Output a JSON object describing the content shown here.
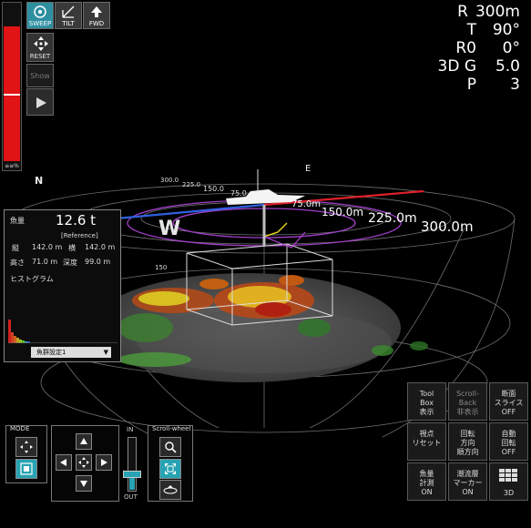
{
  "toolbar": {
    "sweep": "SWEEP",
    "tilt": "TILT",
    "fwd": "FWD"
  },
  "gain": {
    "label": "≡≡%",
    "level": 0.86,
    "marker": 0.42
  },
  "side": {
    "reset": "RESET",
    "show": "Show"
  },
  "status": {
    "rows": [
      {
        "key": "R",
        "value": "300m"
      },
      {
        "key": "T",
        "value": "90°"
      },
      {
        "key": "R0",
        "value": "0°"
      },
      {
        "key": "3D G",
        "value": "5.0"
      },
      {
        "key": "P",
        "value": "3"
      }
    ]
  },
  "compass": {
    "north": "N",
    "east": "E",
    "west": "W"
  },
  "range_labels": {
    "r75": "75.0m",
    "r150": "150.0m",
    "r225": "225.0m",
    "r300": "300.0m",
    "back1": "300.0",
    "back2": "225.0",
    "back3": "150.0",
    "back4": "75.0",
    "left": "150"
  },
  "fish": {
    "title": "魚量",
    "value": "12.6 t",
    "reference": "[Reference]",
    "width_label": "縦",
    "width_value": "142.0 m",
    "length_label": "横",
    "length_value": "142.0 m",
    "height_label": "高さ",
    "height_value": "71.0 m",
    "depth_label": "深度",
    "depth_value": "99.0 m",
    "histogram_label": "ヒストグラム",
    "preset": "魚群設定1"
  },
  "controls": {
    "mode": "MODE",
    "in": "IN",
    "out": "OUT",
    "scroll_wheel": "Scroll-wheel"
  },
  "grid": [
    {
      "name": "toolbox-toggle",
      "label": "Tool\nBox\n表示",
      "dim": false
    },
    {
      "name": "scrollback-toggle",
      "label": "Scroll-\nBack\n非表示",
      "dim": true
    },
    {
      "name": "slice-toggle",
      "label": "断面\nスライス\nOFF",
      "dim": false
    },
    {
      "name": "view-reset",
      "label": "視点\nリセット",
      "dim": false
    },
    {
      "name": "rotation-direction",
      "label": "回転\n方向\n順方向",
      "dim": false
    },
    {
      "name": "auto-rotate",
      "label": "自動\n回転\nOFF",
      "dim": false
    },
    {
      "name": "fish-calc",
      "label": "魚量\n計測\nON",
      "dim": false
    },
    {
      "name": "current-marker",
      "label": "潮流層\nマーカー\nON",
      "dim": false
    },
    {
      "name": "view-3d",
      "label": "3D",
      "dim": false
    }
  ],
  "colors": {
    "accent": "#2e8fa0",
    "gain": "#e01414",
    "heading_red": "#e0202a",
    "heading_blue": "#3060e0",
    "scale_ring": "#a040c8"
  }
}
